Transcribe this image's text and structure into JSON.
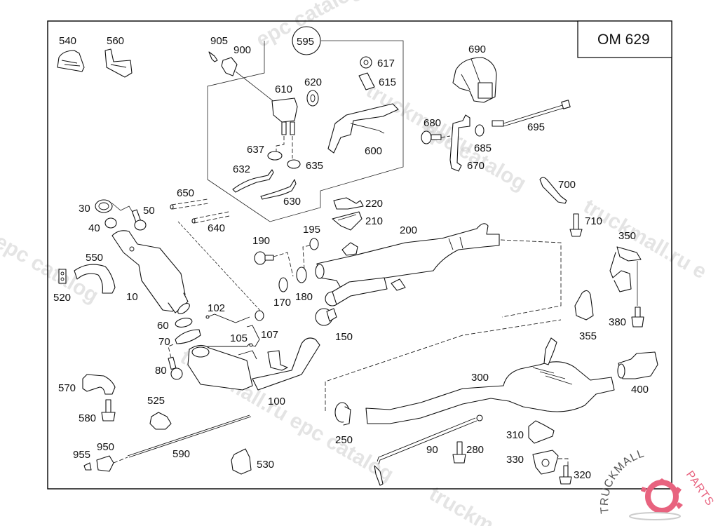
{
  "diagram": {
    "title": "OM 629",
    "group_callout": "595",
    "labels": {
      "p540": "540",
      "p560": "560",
      "p905": "905",
      "p900": "900",
      "p610": "610",
      "p620": "620",
      "p617": "617",
      "p615": "615",
      "p600": "600",
      "p637": "637",
      "p635": "635",
      "p632": "632",
      "p630": "630",
      "p690": "690",
      "p680": "680",
      "p685": "685",
      "p670": "670",
      "p695": "695",
      "p700": "700",
      "p710": "710",
      "p350": "350",
      "p380": "380",
      "p355": "355",
      "p30": "30",
      "p40": "40",
      "p50": "50",
      "p650": "650",
      "p640": "640",
      "p550": "550",
      "p520": "520",
      "p10": "10",
      "p190": "190",
      "p195": "195",
      "p220": "220",
      "p210": "210",
      "p200": "200",
      "p170": "170",
      "p180": "180",
      "p150": "150",
      "p102": "102",
      "p105": "105",
      "p107": "107",
      "p60": "60",
      "p70": "70",
      "p80": "80",
      "p100": "100",
      "p570": "570",
      "p580": "580",
      "p525": "525",
      "p955": "955",
      "p950": "950",
      "p590": "590",
      "p530": "530",
      "p300": "300",
      "p400": "400",
      "p250": "250",
      "p90": "90",
      "p280": "280",
      "p310": "310",
      "p330": "330",
      "p320": "320"
    }
  },
  "watermarks": {
    "catalog_1": "epc catalog",
    "catalog_2": "truckmall.ru",
    "catalog_3": "epc catalog",
    "catalog_4": "truckmall.ru epc catalog",
    "catalog_5": "truckmall.ru e",
    "catalog_6": "truckm"
  },
  "logo": {
    "text_dark": "TRUCKMALL",
    "text_accent": "PARTS",
    "accent_color": "#e8637f",
    "dark_color": "#555555"
  }
}
